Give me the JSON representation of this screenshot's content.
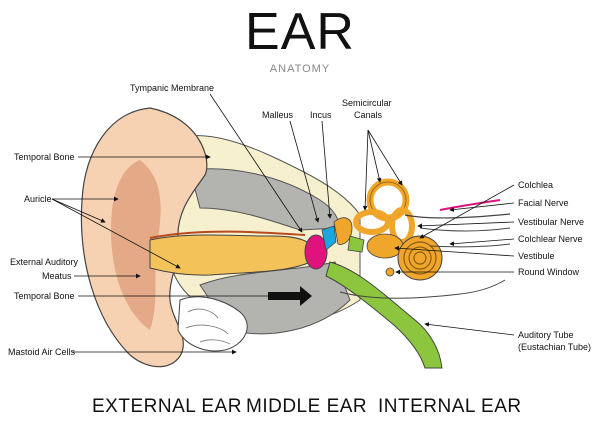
{
  "title": "EAR",
  "subtitle": "ANATOMY",
  "labels": {
    "tympanic_membrane": "Tympanic Membrane",
    "malleus": "Malleus",
    "incus": "Incus",
    "semicircular_canals_1": "Semicircular",
    "semicircular_canals_2": "Canals",
    "temporal_bone_top": "Temporal Bone",
    "auricle": "Auricle",
    "external_auditory_1": "External Auditory",
    "external_auditory_2": "Meatus",
    "temporal_bone_bottom": "Temporal Bone",
    "mastoid_air_cells": "Mastoid Air Cells",
    "cochlea": "Colchlea",
    "facial_nerve": "Facial Nerve",
    "vestibular_nerve": "Vestibular Nerve",
    "cochlear_nerve": "Colchlear Nerve",
    "vestibule": "Vestibule",
    "round_window": "Round Window",
    "auditory_tube_1": "Auditory Tube",
    "auditory_tube_2": "(Eustachian Tube)"
  },
  "sections": {
    "external": "EXTERNAL EAR",
    "middle": "MIDDLE EAR",
    "internal": "INTERNAL EAR"
  },
  "colors": {
    "skin": "#f6d2b3",
    "skin_dark": "#e0a27e",
    "canal": "#f3c35a",
    "bone_cream": "#f7f0cf",
    "bone_gray": "#b3b3b0",
    "membrane": "#e0127e",
    "ossicles": "#f0a62b",
    "ossicle_blue": "#1aa7e0",
    "tube": "#8cc63f",
    "nerve_pink": "#e0127e"
  }
}
